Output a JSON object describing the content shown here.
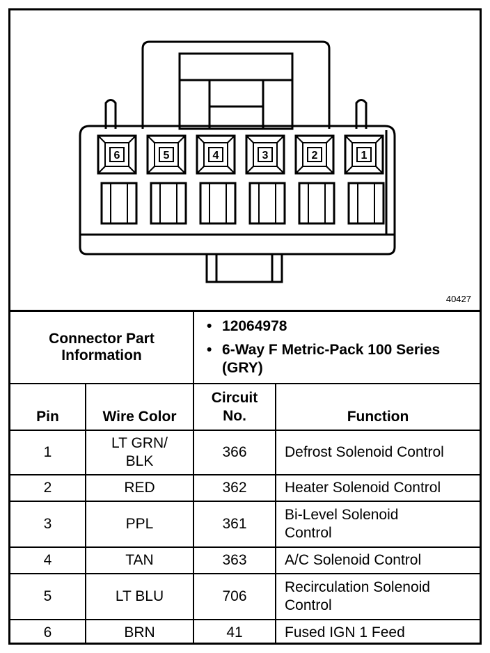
{
  "figure_id": "40427",
  "pins_top": [
    "6",
    "5",
    "4",
    "3",
    "2",
    "1"
  ],
  "part_info": {
    "label": "Connector Part Information",
    "items": [
      "12064978",
      "6-Way F Metric-Pack 100 Series (GRY)"
    ]
  },
  "table": {
    "headers": {
      "pin": "Pin",
      "wire_color": "Wire Color",
      "circuit": "Circuit No.",
      "function": "Function"
    },
    "rows": [
      {
        "pin": "1",
        "wire_color": "LT GRN/ BLK",
        "circuit": "366",
        "function": "Defrost Solenoid Control"
      },
      {
        "pin": "2",
        "wire_color": "RED",
        "circuit": "362",
        "function": "Heater Solenoid Control"
      },
      {
        "pin": "3",
        "wire_color": "PPL",
        "circuit": "361",
        "function": "Bi-Level Solenoid Control"
      },
      {
        "pin": "4",
        "wire_color": "TAN",
        "circuit": "363",
        "function": "A/C Solenoid Control"
      },
      {
        "pin": "5",
        "wire_color": "LT BLU",
        "circuit": "706",
        "function": "Recirculation Solenoid Control"
      },
      {
        "pin": "6",
        "wire_color": "BRN",
        "circuit": "41",
        "function": "Fused IGN 1 Feed"
      }
    ]
  }
}
